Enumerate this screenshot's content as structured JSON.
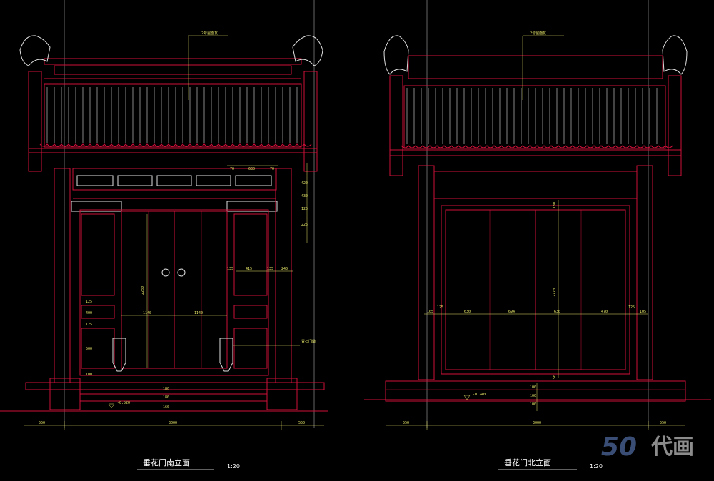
{
  "drawings": {
    "south": {
      "title": "垂花门南立面",
      "scale": "1:20",
      "leader_top": "2号屋面瓦",
      "leader_right": "青石门墩",
      "level": "-0.520",
      "bottom_dims": [
        "550",
        "3000",
        "550"
      ],
      "right_dims": [
        "70",
        "630",
        "70",
        "420",
        "430",
        "125",
        "225"
      ],
      "door_widths": [
        "1140",
        "1140"
      ],
      "door_height": "2280",
      "side_dims": [
        "135",
        "415",
        "135",
        "240"
      ],
      "left_stack": [
        "125",
        "400",
        "125",
        "500",
        "100"
      ],
      "step_dims": [
        "180",
        "180",
        "160"
      ]
    },
    "north": {
      "title": "垂花门北立面",
      "scale": "1:20",
      "leader_top": "2号屋面瓦",
      "level": "-0.240",
      "bottom_dims": [
        "550",
        "3000",
        "550"
      ],
      "width_dims": [
        "105",
        "125",
        "630",
        "694",
        "630",
        "470",
        "125",
        "105"
      ],
      "door_height": "2770",
      "top_dim": "130",
      "bottom_dim": "150",
      "step_dims": [
        "100",
        "100",
        "100"
      ]
    }
  },
  "watermark": {
    "number": "50",
    "text": "代画"
  },
  "colors": {
    "line": "#d0103a",
    "dim": "#e8e86a",
    "white": "#ffffff",
    "bg": "#000000"
  }
}
